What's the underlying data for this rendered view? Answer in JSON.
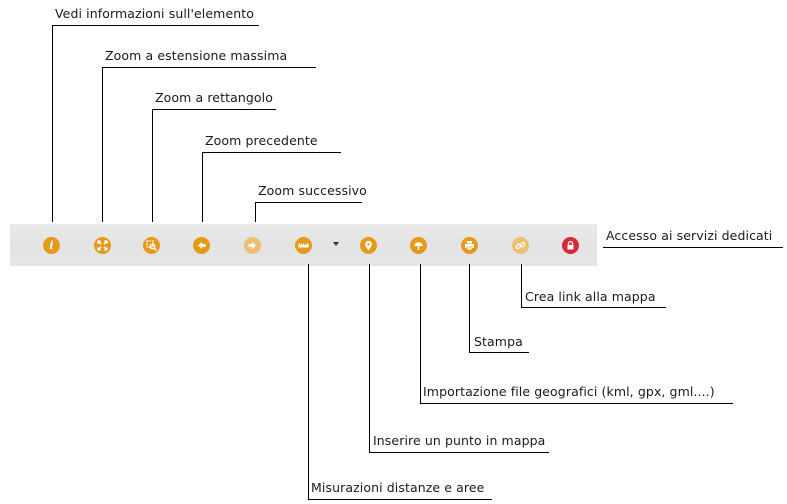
{
  "labels": {
    "info": "Vedi informazioni sull'elemento",
    "zoom_max": "Zoom a estensione massima",
    "zoom_rect": "Zoom a rettangolo",
    "zoom_prev": "Zoom precedente",
    "zoom_next": "Zoom successivo",
    "login": "Accesso ai servizi dedicati",
    "link": "Crea link alla mappa",
    "print": "Stampa",
    "import": "Importazione file geografici  (kml, gpx, gml....)",
    "point": "Inserire un punto in mappa",
    "measure": "Misurazioni distanze e aree"
  },
  "toolbar": {
    "info_glyph": "i",
    "colors": {
      "primary": "#e69a1a",
      "disabled": "#edbf70",
      "login": "#d62a38",
      "bar": "#e6e6e6"
    },
    "icons": [
      "info-icon",
      "zoom-extent-icon",
      "zoom-rectangle-icon",
      "arrow-left-icon",
      "arrow-right-icon",
      "measure-icon",
      "caret-down-icon",
      "map-pin-icon",
      "upload-icon",
      "printer-icon",
      "link-icon",
      "lock-icon"
    ]
  }
}
